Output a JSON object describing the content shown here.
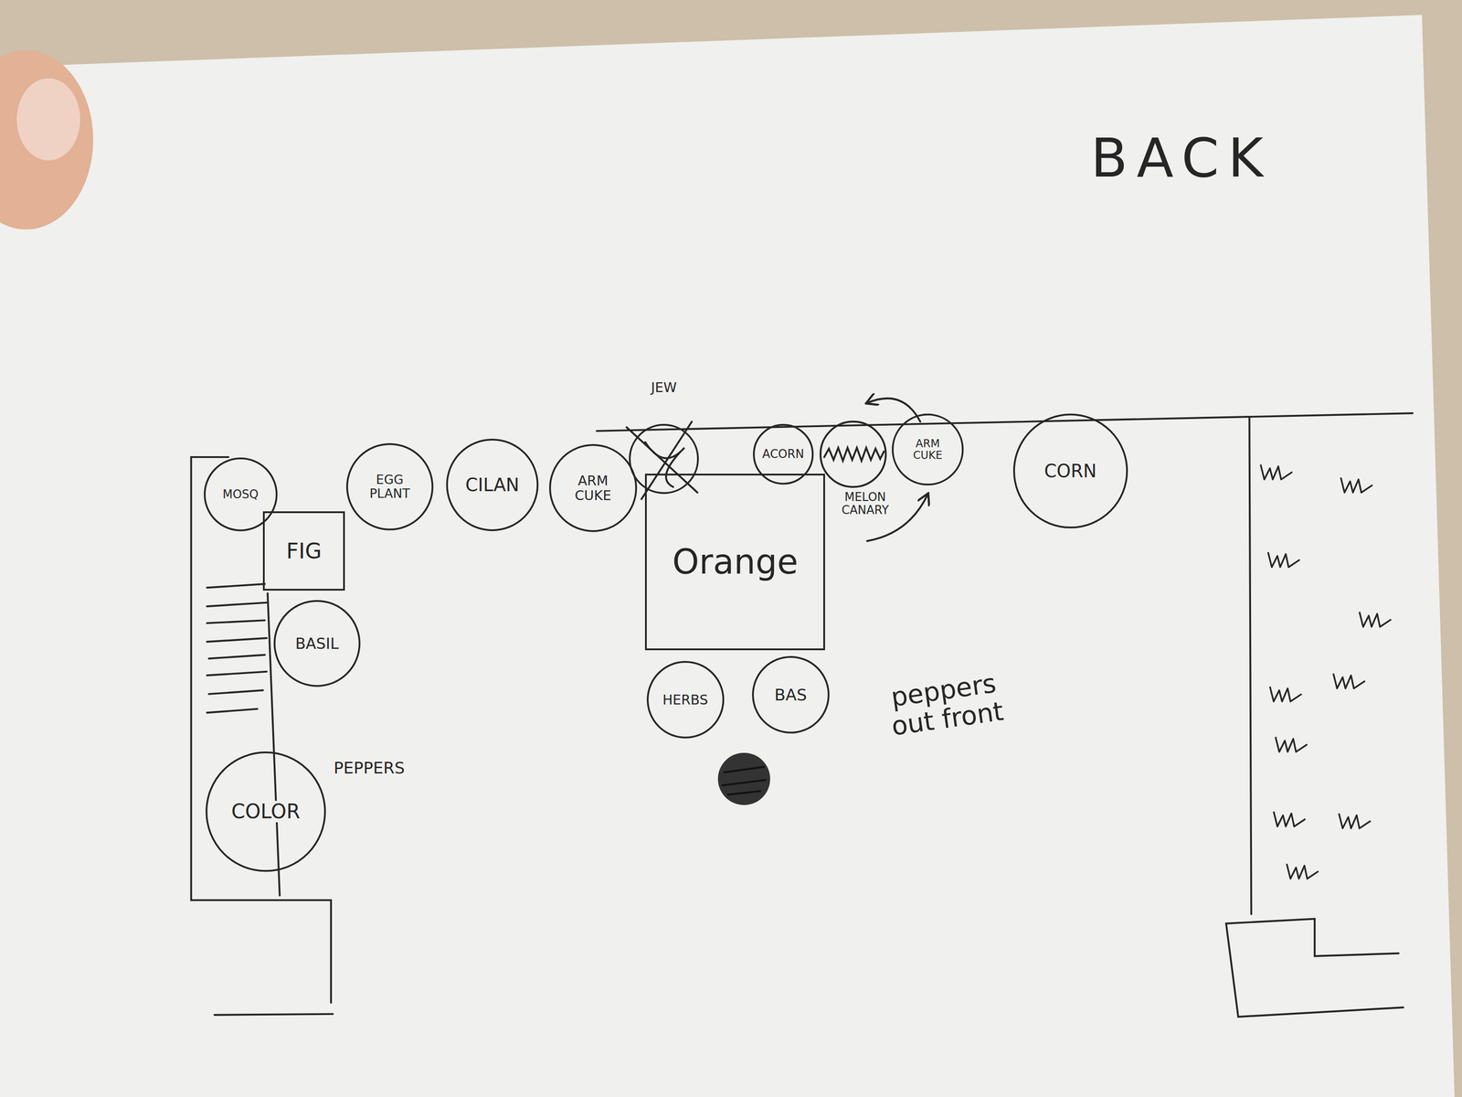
{
  "diagram": {
    "nodes": [
      {
        "text": [
          "MOSQ"
        ]
      },
      {
        "text": [
          "EGG PLANT"
        ]
      },
      {
        "text": [
          "CILAN"
        ]
      },
      {
        "text": [
          "ARM CUKE"
        ]
      },
      {
        "text": [
          "JEW"
        ]
      },
      {
        "text": [
          "ACORN"
        ]
      },
      {
        "text": [
          "ARM CUKE"
        ]
      },
      {
        "text": [
          "CORN"
        ]
      },
      {
        "text": [
          "FIG"
        ]
      },
      {
        "text": [
          "Orange"
        ]
      },
      {
        "text": [
          "BASIL"
        ]
      },
      {
        "text": [
          "HERBS"
        ]
      },
      {
        "text": [
          "BAS"
        ]
      },
      {
        "text": [
          "COLOR"
        ]
      }
    ],
    "labels": [
      "BACK",
      "MELON CANARY",
      "PEPPERS",
      "peppers out front"
    ]
  }
}
